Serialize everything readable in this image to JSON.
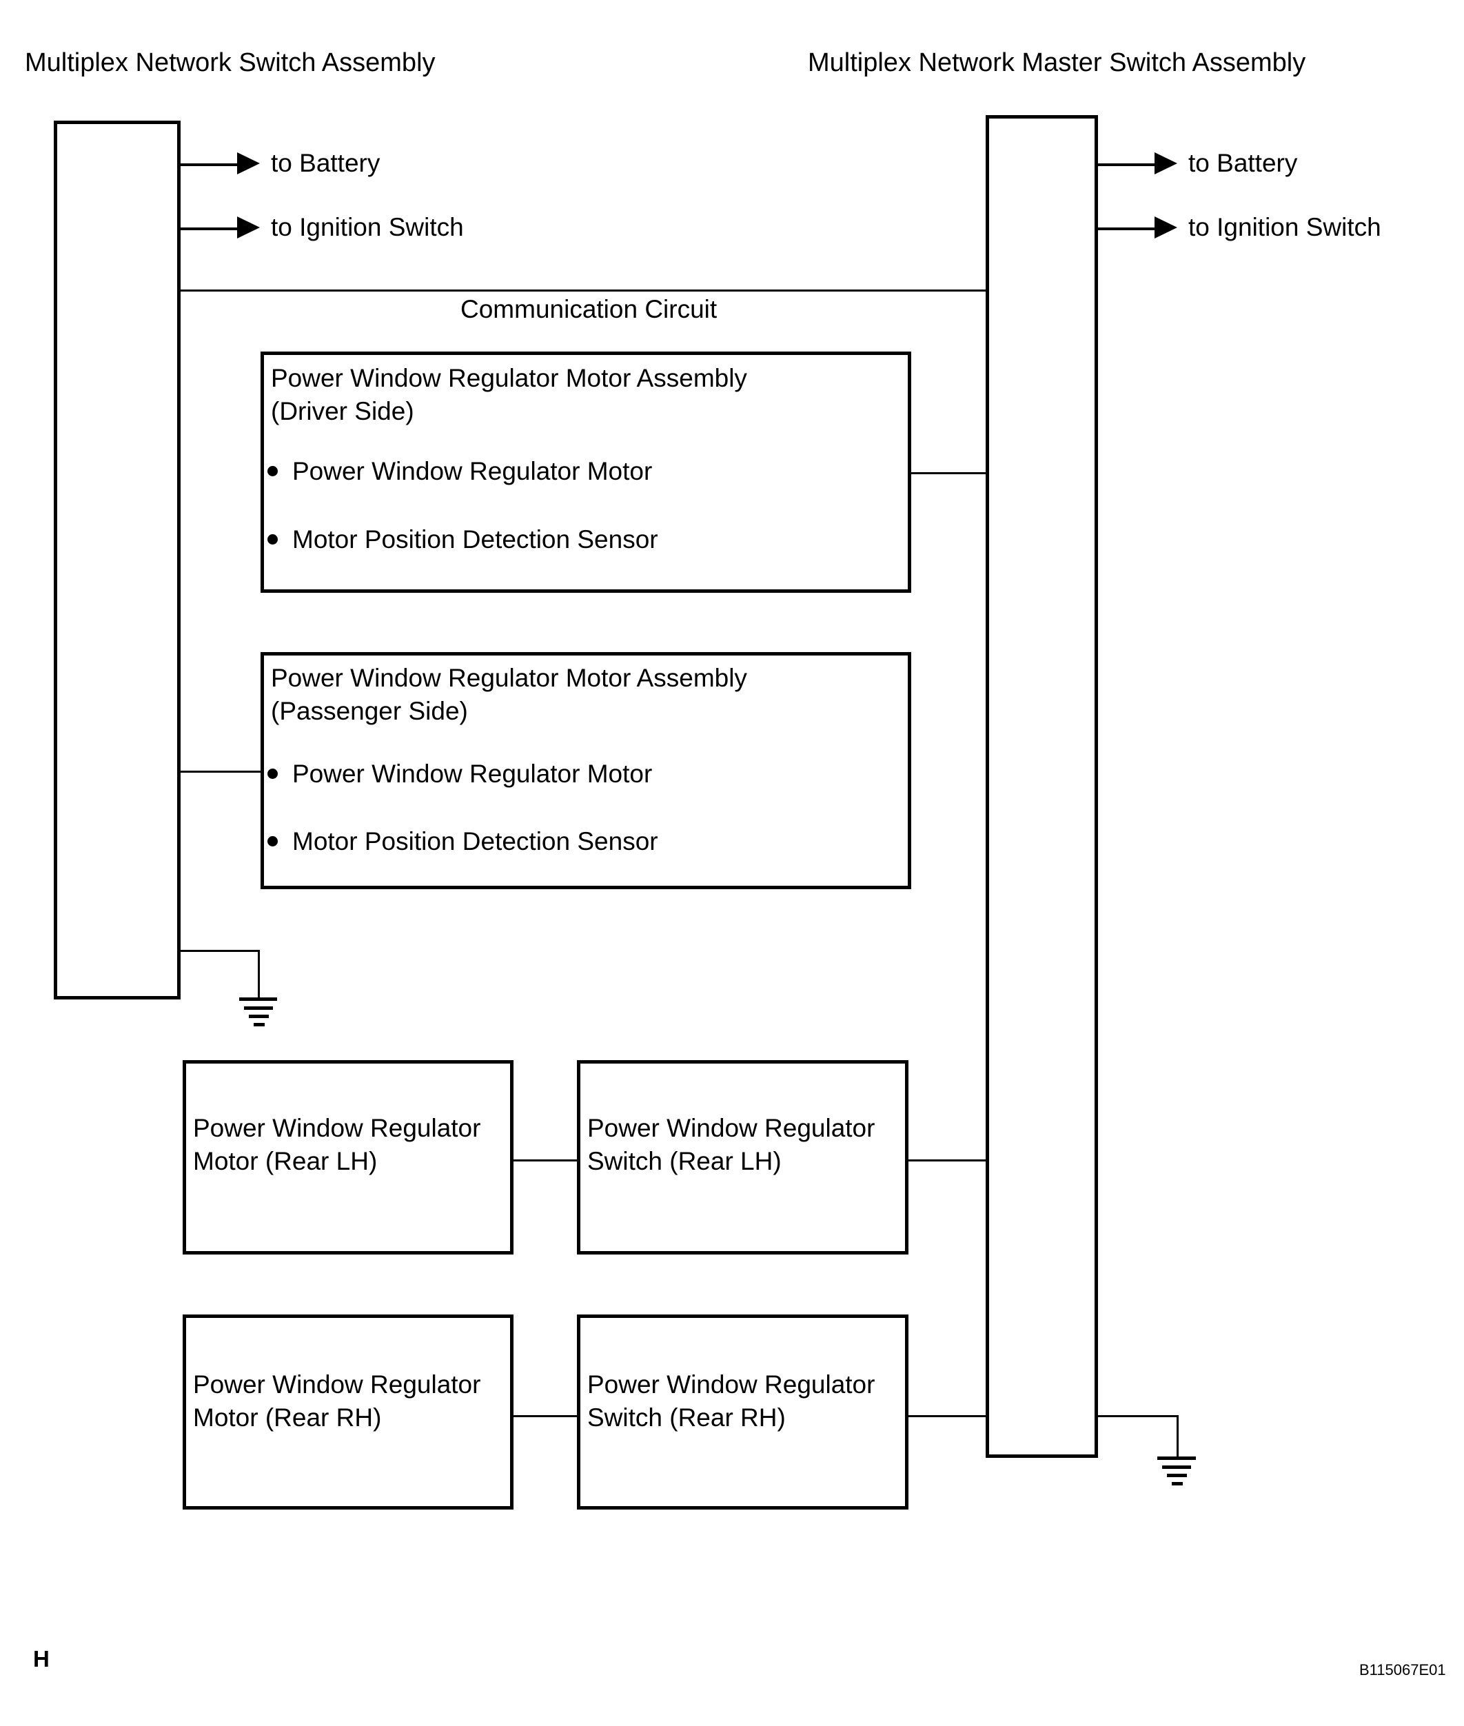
{
  "diagram": {
    "headers": {
      "left": "Multiplex Network Switch Assembly",
      "right": "Multiplex Network Master Switch Assembly"
    },
    "left_unit": {
      "name": "Multiplex Network Switch Assembly",
      "outputs": [
        {
          "label": "to Battery"
        },
        {
          "label": "to Ignition Switch"
        }
      ],
      "ground": "chassis-ground"
    },
    "right_unit": {
      "name": "Multiplex Network Master Switch Assembly",
      "outputs": [
        {
          "label": "to Battery"
        },
        {
          "label": "to Ignition Switch"
        }
      ],
      "ground": "chassis-ground"
    },
    "bus_label": "Communication Circuit",
    "assemblies": [
      {
        "id": "driver",
        "title_line1": "Power Window Regulator Motor Assembly",
        "title_line2": "(Driver Side)",
        "items": [
          "Power Window Regulator Motor",
          "Motor Position Detection Sensor"
        ]
      },
      {
        "id": "passenger",
        "title_line1": "Power Window Regulator Motor Assembly",
        "title_line2": "(Passenger Side)",
        "items": [
          "Power Window Regulator Motor",
          "Motor Position Detection Sensor"
        ]
      }
    ],
    "rear_rows": [
      {
        "id": "rear-lh",
        "motor_line1": "Power Window Regulator",
        "motor_line2": "Motor (Rear LH)",
        "switch_line1": "Power Window Regulator",
        "switch_line2": "Switch (Rear LH)"
      },
      {
        "id": "rear-rh",
        "motor_line1": "Power Window Regulator",
        "motor_line2": "Motor (Rear RH)",
        "switch_line1": "Power Window Regulator",
        "switch_line2": "Switch (Rear RH)"
      }
    ],
    "footer": {
      "page_marker": "H",
      "figure_code": "B115067E01"
    },
    "colors": {
      "line": "#000000",
      "background": "#ffffff"
    }
  }
}
